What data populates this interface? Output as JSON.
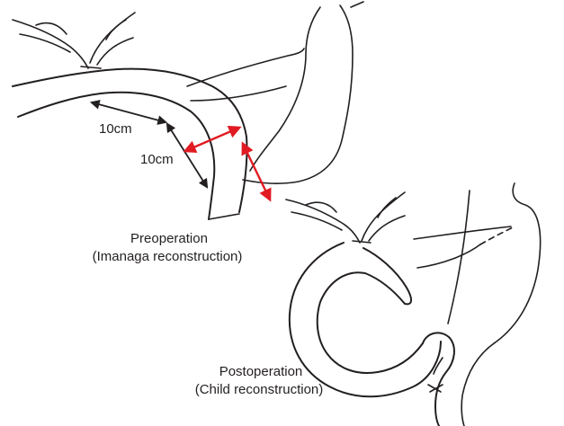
{
  "measure_labels": {
    "upper": "10cm",
    "lower": "10cm"
  },
  "captions": {
    "preop_line1": "Preoperation",
    "preop_line2": "(Imanaga reconstruction)",
    "postop_line1": "Postoperation",
    "postop_line2": "(Child reconstruction)"
  },
  "colors": {
    "ink": "#231f20",
    "arrow_red": "#e11b22",
    "background": "#ffffff"
  }
}
